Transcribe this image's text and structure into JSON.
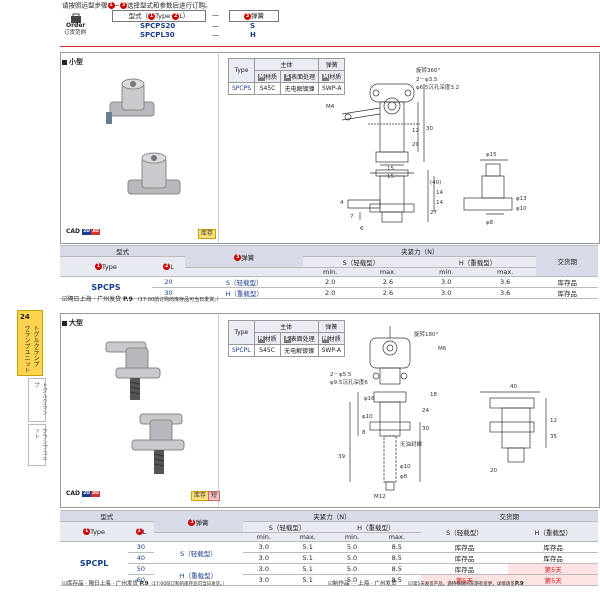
{
  "order": {
    "instruction": "请按照远型步骤",
    "instruction_tail": "选择型式和参数后进行订购。",
    "order_label": "Order",
    "order_sub": "订货范例",
    "model_label": "型式（",
    "model_type": "Type",
    "model_sep": "·",
    "model_l": "L）",
    "spring_label": "弹簧",
    "ex1_model": "SPCPS20",
    "ex1_spring": "S",
    "ex2_model": "SPCPL30",
    "ex2_spring": "H",
    "dash": "—"
  },
  "side_tab": {
    "num": "24",
    "primary": "トグルクランプ クランプユニット",
    "secondary1": "トグルクランプ",
    "secondary2": "クランプユニット"
  },
  "small": {
    "title": "小型",
    "cad": "CAD",
    "cad_b1": "2D",
    "cad_b2": "3D",
    "stock_tag": "库存",
    "spec": {
      "h_type": "Type",
      "h_main": "主体",
      "h_spring": "弹簧",
      "h_material": "材质",
      "h_surface": "表面处理",
      "h_material2": "材质",
      "m1": "M",
      "m2": "S",
      "m3": "M",
      "type": "SPCPS",
      "material": "S45C",
      "surface": "无电解镀镍",
      "spring_material": "SWP-A"
    },
    "dims": {
      "rot": "旋转360°",
      "holes": "2－φ3.5",
      "cbore": "φ6.5沉孔深度3.2",
      "m4": "M4",
      "d1": "15",
      "d2": "15",
      "d3": "12",
      "d4": "30",
      "d5": "20",
      "d6": "14",
      "d7": "14",
      "d8": "27",
      "d9": "7",
      "d10": "(40)",
      "d11": "6",
      "d12": "4",
      "d13": "φ15",
      "d14": "φ13",
      "d15": "φ10",
      "d16": "φ8"
    },
    "table": {
      "h_model": "型式",
      "h_type": "Type",
      "h_l": "L",
      "h_spring": "弹簧",
      "h_force": "夹紧力（N）",
      "h_s": "S（轻载型）",
      "h_h": "H（重载型）",
      "h_min": "min.",
      "h_max": "max.",
      "h_min2": "min.",
      "h_max2": "max.",
      "h_delivery": "交货期",
      "type": "SPCPS",
      "rows": [
        {
          "l": "20",
          "spring": "S（轻载型）",
          "smin": "2.0",
          "smax": "2.6",
          "hmin": "3.0",
          "hmax": "3.6",
          "delivery": "库存品"
        },
        {
          "l": "30",
          "spring": "H（重载型）",
          "smin": "2.0",
          "smax": "2.6",
          "hmin": "3.0",
          "hmax": "3.6",
          "delivery": "库存品"
        }
      ]
    },
    "note": "隔日上海 · 广州发货",
    "note_ref": "P.9",
    "note_small": "（17:00前订购的库存品可当日发货。）"
  },
  "large": {
    "title": "大型",
    "cad": "CAD",
    "cad_b1": "2D",
    "cad_b2": "3D",
    "stock_tag": "库存",
    "stock_tag2": "短",
    "spec": {
      "h_type": "Type",
      "h_main": "主体",
      "h_spring": "弹簧",
      "h_material": "材质",
      "h_surface": "表面处理",
      "h_material2": "材质",
      "m1": "M",
      "m2": "S",
      "m3": "M",
      "type": "SPCPL",
      "material": "S45C",
      "surface": "无电解镀镍",
      "spring_material": "SWP-A"
    },
    "dims": {
      "rot": "旋转180°",
      "holes": "2－φ5.5",
      "cbore": "φ9.5沉孔深度6",
      "m6": "M6",
      "d1": "40",
      "d2": "18",
      "d3": "φ16",
      "d4": "24",
      "d5": "φ10",
      "d6": "30",
      "d7": "8",
      "d8": "39",
      "d9": "φ10",
      "d10": "φ8",
      "thread": "无油封螺",
      "d11": "M12",
      "d12": "12",
      "d13": "35",
      "d14": "20"
    },
    "table": {
      "h_model": "型式",
      "h_type": "Type",
      "h_l": "L",
      "h_spring": "弹簧",
      "h_force": "夹紧力（N）",
      "h_s": "S（轻载型）",
      "h_h": "H（重载型）",
      "h_min": "min.",
      "h_max": "max.",
      "h_min2": "min.",
      "h_max2": "max.",
      "h_delivery": "交货期",
      "h_ds": "S（轻载型）",
      "h_dh": "H（重载型）",
      "type": "SPCPL",
      "spring_s": "S（轻载型）",
      "spring_h": "H（重载型）",
      "rows": [
        {
          "l": "30",
          "smin": "3.0",
          "smax": "5.1",
          "hmin": "5.0",
          "hmax": "8.5",
          "ds": "库存品",
          "dh": "库存品",
          "dh_red": false
        },
        {
          "l": "40",
          "smin": "3.0",
          "smax": "5.1",
          "hmin": "5.0",
          "hmax": "8.5",
          "ds": "库存品",
          "dh": "库存品",
          "dh_red": false
        },
        {
          "l": "50",
          "smin": "3.0",
          "smax": "5.1",
          "hmin": "5.0",
          "hmax": "8.5",
          "ds": "库存品",
          "dh": "第5天",
          "dh_red": true
        },
        {
          "l": "60",
          "smin": "3.0",
          "smax": "5.1",
          "hmin": "5.0",
          "hmax": "8.5",
          "ds": "第5天",
          "dh": "第5天",
          "dh_red": true
        }
      ]
    },
    "note": "库存品 · 隔日上海 · 广州发货",
    "note_ref": "P.9",
    "note_small": "（17:00前订购的库存品可当日发货。）",
    "note2": "制作品 · · 上海 · 广州发货",
    "note3": "第5天发货产品，遇特殊期间交期有变更，详情请见",
    "note3_ref": "P.9"
  }
}
